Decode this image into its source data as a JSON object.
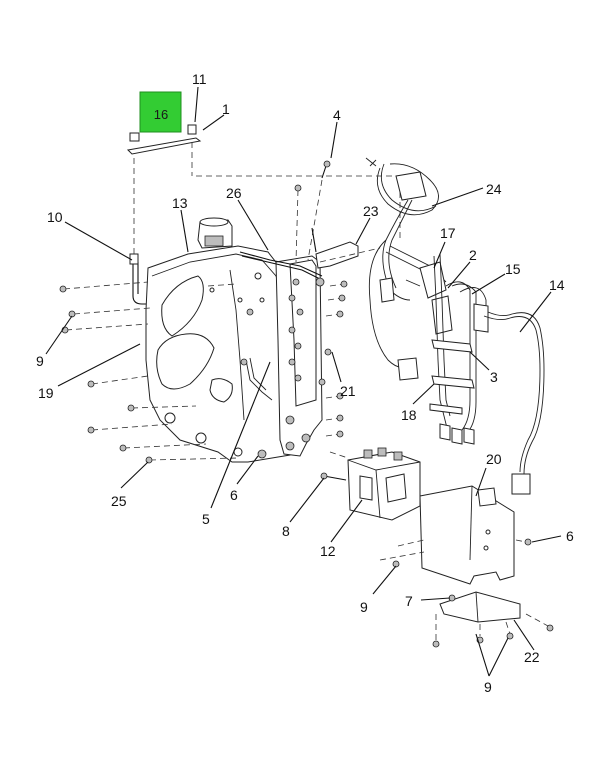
{
  "highlight": {
    "label": "16",
    "color": "#33cc33"
  },
  "callouts": [
    {
      "id": "c11",
      "label": "11"
    },
    {
      "id": "c1",
      "label": "1"
    },
    {
      "id": "c4",
      "label": "4"
    },
    {
      "id": "c13",
      "label": "13"
    },
    {
      "id": "c26",
      "label": "26"
    },
    {
      "id": "c24",
      "label": "24"
    },
    {
      "id": "c10",
      "label": "10"
    },
    {
      "id": "c23",
      "label": "23"
    },
    {
      "id": "c17",
      "label": "17"
    },
    {
      "id": "c2",
      "label": "2"
    },
    {
      "id": "c15",
      "label": "15"
    },
    {
      "id": "c14",
      "label": "14"
    },
    {
      "id": "c9a",
      "label": "9"
    },
    {
      "id": "c19",
      "label": "19"
    },
    {
      "id": "c3",
      "label": "3"
    },
    {
      "id": "c21",
      "label": "21"
    },
    {
      "id": "c18",
      "label": "18"
    },
    {
      "id": "c25",
      "label": "25"
    },
    {
      "id": "c6a",
      "label": "6"
    },
    {
      "id": "c5",
      "label": "5"
    },
    {
      "id": "c20",
      "label": "20"
    },
    {
      "id": "c8",
      "label": "8"
    },
    {
      "id": "c12",
      "label": "12"
    },
    {
      "id": "c6b",
      "label": "6"
    },
    {
      "id": "c9b",
      "label": "9"
    },
    {
      "id": "c7",
      "label": "7"
    },
    {
      "id": "c22",
      "label": "22"
    },
    {
      "id": "c9c",
      "label": "9"
    }
  ]
}
